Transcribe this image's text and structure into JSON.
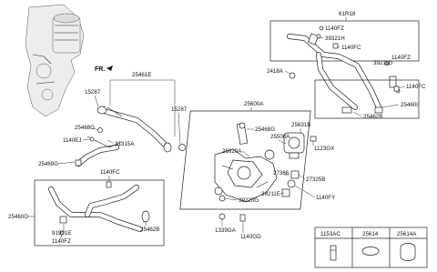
{
  "diagram": {
    "fr_label": "FR.",
    "labels": {
      "l61R18": "61R18",
      "l1140FZ_a": "1140FZ",
      "l39321H": "39321H",
      "l1140FC_a": "1140FC",
      "l39211D": "39211D",
      "l1140FZ_b": "1140FZ",
      "l2418A": "2418A",
      "l1140FC_b": "1140FC",
      "l25460I": "25460I",
      "l25462B_a": "25462B",
      "l25461E": "25461E",
      "l15287_a": "15287",
      "l15287_b": "15287",
      "l25600A": "25600A",
      "l25468G_a": "25468G",
      "l1140EJ": "1140EJ",
      "l31315A": "31315A",
      "l25468G_b": "25468G",
      "l25631B": "25631B",
      "l25500A": "25500A",
      "l1123GX": "1123GX",
      "l25620A": "25620A",
      "l25469G": "25469G",
      "l27366": "27366",
      "l27325B": "27325B",
      "l1140FC_c": "1140FC",
      "l39211E": "39211E",
      "l1140FY": "1140FY",
      "l39220G": "39220G",
      "l25460O": "25460O",
      "l25462B_b": "25462B",
      "l91991E": "91991E",
      "l1140FZ_c": "1140FZ",
      "l1339GA": "1339GA",
      "l1140GD": "1140GD"
    },
    "legend": {
      "col1": "1153AC",
      "col2": "25614",
      "col3": "25614A"
    }
  }
}
